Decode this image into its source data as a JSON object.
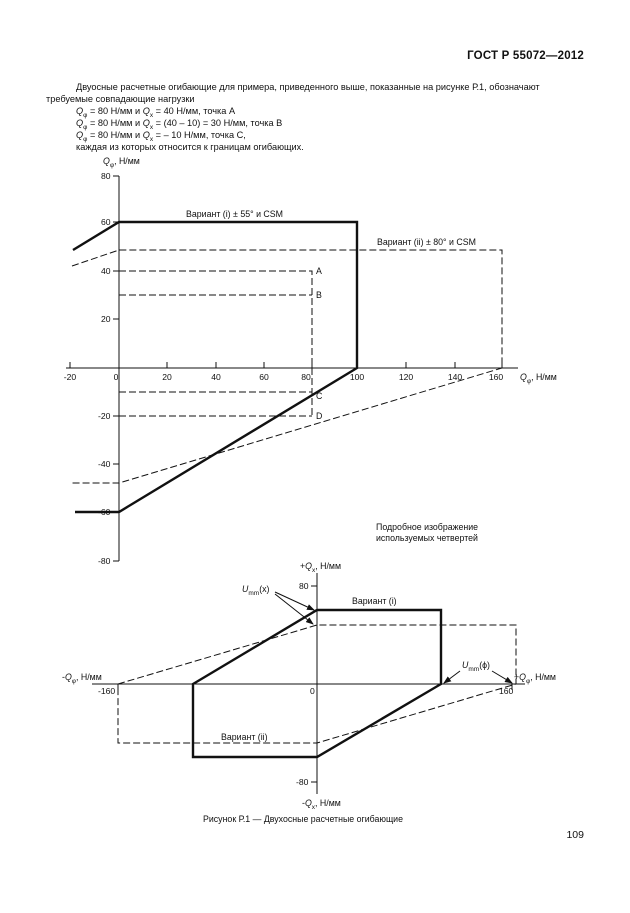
{
  "header": {
    "standard": "ГОСТ Р 55072—2012"
  },
  "intro": {
    "paragraph": "Двуосные расчетные огибающие для примера, приведенного выше, показанные на рисунке Р.1, обозначают требуемые совпадающие нагрузки",
    "item1": {
      "a": "= 80 Н/мм и ",
      "b": " = 40 Н/мм, точка A"
    },
    "item2": {
      "a": "= 80 Н/мм и ",
      "b": " = (40 – 10) = 30 Н/мм, точка B"
    },
    "item3": {
      "a": "= 80 Н/мм и ",
      "b": " = – 10 Н/мм, точка C,"
    },
    "closing": "каждая из которых относится к границам огибающих.",
    "q": "Q",
    "sub_phi": "φ",
    "sub_x": "x"
  },
  "chart1": {
    "ylabel_q": "Q",
    "ylabel_sub": "φ",
    "ylabel_unit": ", Н/мм",
    "xlabel_q": "Q",
    "xlabel_sub": "φ",
    "xlabel_unit": ", Н/мм",
    "label_variant_i": "Вариант (i) ± 55° и CSM",
    "label_variant_ii": "Вариант (ii) ± 80° и CSM",
    "points": {
      "A": "A",
      "B": "B",
      "C": "C",
      "D": "D"
    },
    "ticks": {
      "y": [
        "80",
        "60",
        "40",
        "20",
        "-20",
        "-40",
        "-60",
        "-80"
      ],
      "x": [
        "-20",
        "0",
        "20",
        "40",
        "60",
        "80",
        "100",
        "120",
        "140",
        "160"
      ]
    }
  },
  "chart2": {
    "title_line1": "Подробное изображение",
    "title_line2": "используемых четвертей",
    "top_axis": {
      "sign": "+",
      "q": "Q",
      "sub": "x",
      "unit": ", Н/мм"
    },
    "bottom_axis": {
      "sign": "-",
      "q": "Q",
      "sub": "x",
      "unit": ", Н/мм"
    },
    "left_axis": {
      "sign": "-",
      "q": "Q",
      "sub": "φ",
      "unit": ", Н/мм"
    },
    "right_axis": {
      "sign": "+",
      "q": "Q",
      "sub": "φ",
      "unit": ", Н/мм"
    },
    "u_label": "U",
    "u_sub": "mm",
    "u_x_arg": "(x)",
    "u_phi_arg": "(ϕ)",
    "label_variant_i": "Вариант (i)",
    "label_variant_ii": "Вариант (ii)",
    "ticks": {
      "top": "80",
      "bottom": "-80",
      "left": "-160",
      "zero": "0",
      "right": "160"
    }
  },
  "caption": "Рисунок Р.1 — Двухосные расчетные огибающие",
  "page_number": "109"
}
